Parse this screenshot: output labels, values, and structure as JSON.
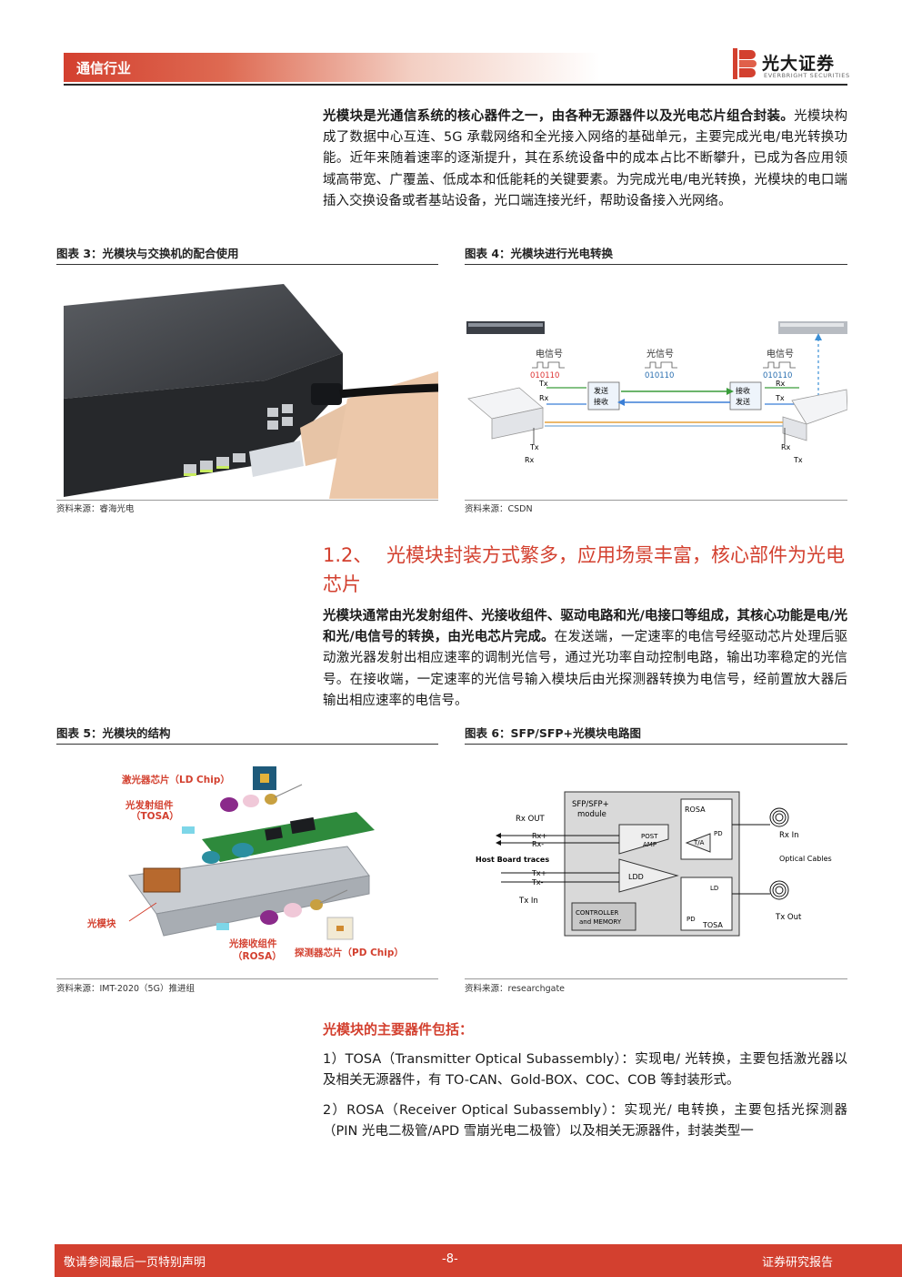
{
  "header": {
    "section": "通信行业",
    "logo_cn": "光大证券",
    "logo_en": "EVERBRIGHT SECURITIES"
  },
  "intro": {
    "lead": "光模块是光通信系统的核心器件之一，由各种无源器件以及光电芯片组合封装。",
    "body": "光模块构成了数据中心互连、5G 承载网络和全光接入网络的基础单元，主要完成光电/电光转换功能。近年来随着速率的逐渐提升，其在系统设备中的成本占比不断攀升，已成为各应用领域高带宽、广覆盖、低成本和低能耗的关键要素。为完成光电/电光转换，光模块的电口端插入交换设备或者基站设备，光口端连接光纤，帮助设备接入光网络。"
  },
  "fig3": {
    "title": "图表 3：光模块与交换机的配合使用",
    "source": "资料来源：睿海光电"
  },
  "fig4": {
    "title": "图表 4：光模块进行光电转换",
    "source": "资料来源：CSDN",
    "labels": {
      "elec_left": "电信号",
      "optical": "光信号",
      "elec_right": "电信号",
      "bits": "010110",
      "tx": "Tx",
      "rx": "Rx",
      "send": "发送",
      "recv": "接收"
    }
  },
  "section": {
    "number": "1.2、",
    "title": "光模块封装方式繁多，应用场景丰富，核心部件为光电芯片"
  },
  "para2": {
    "lead": "光模块通常由光发射组件、光接收组件、驱动电路和光/电接口等组成，其核心功能是电/光和光/电信号的转换，由光电芯片完成。",
    "body": "在发送端，一定速率的电信号经驱动芯片处理后驱动激光器发射出相应速率的调制光信号，通过光功率自动控制电路，输出功率稳定的光信号。在接收端，一定速率的光信号输入模块后由光探测器转换为电信号，经前置放大器后输出相应速率的电信号。"
  },
  "fig5": {
    "title": "图表 5：光模块的结构",
    "source": "资料来源：IMT-2020（5G）推进组",
    "labels": {
      "ld": "激光器芯片（LD Chip）",
      "tosa_cn": "光发射组件",
      "tosa": "（TOSA）",
      "module": "光模块",
      "rosa_cn": "光接收组件",
      "rosa": "（ROSA）",
      "pd": "探测器芯片（PD Chip）"
    }
  },
  "fig6": {
    "title": "图表 6：SFP/SFP+光模块电路图",
    "source": "资料来源：researchgate",
    "labels": {
      "module1": "SFP/SFP+",
      "module2": "module",
      "rosa": "ROSA",
      "tosa": "TOSA",
      "postamp1": "POST",
      "postamp2": "AMP",
      "ta": "T/A",
      "ldd": "LDD",
      "ctrl1": "CONTROLLER",
      "ctrl2": "and MEMORY",
      "pd": "PD",
      "ld": "LD",
      "rxout": "Rx OUT",
      "rxp": "Rx+",
      "rxm": "Rx-",
      "txp": "Tx+",
      "txm": "Tx-",
      "host": "Host Board traces",
      "txin": "Tx In",
      "rxin": "Rx In",
      "cables": "Optical Cables",
      "txout": "Tx Out"
    }
  },
  "components": {
    "heading": "光模块的主要器件包括：",
    "items": [
      "1）TOSA（Transmitter Optical Subassembly）：实现电/ 光转换，主要包括激光器以及相关无源器件，有 TO-CAN、Gold-BOX、COC、COB 等封装形式。",
      "2）ROSA（Receiver Optical Subassembly）：实现光/ 电转换，主要包括光探测器（PIN 光电二极管/APD 雪崩光电二极管）以及相关无源器件，封装类型一"
    ]
  },
  "footer": {
    "left": "敬请参阅最后一页特别声明",
    "page": "-8-",
    "right": "证券研究报告"
  },
  "colors": {
    "brand_red": "#d3402f"
  }
}
